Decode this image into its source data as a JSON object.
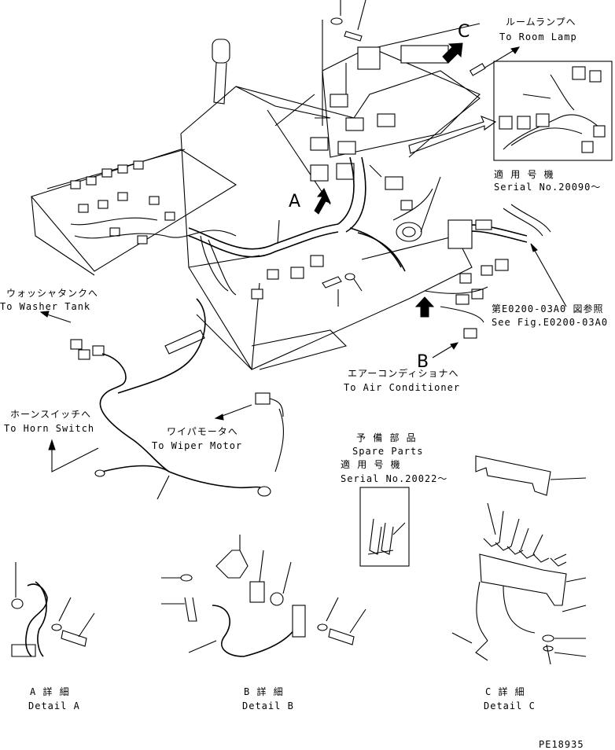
{
  "callouts": {
    "room_lamp_jp": "ルームランプへ",
    "room_lamp_en": "To Room Lamp",
    "serial_a_jp": "適 用 号 機",
    "serial_a_en": "Serial No.20090～",
    "washer_jp": "ウォッシャタンクへ",
    "washer_en": "To Washer Tank",
    "fig_ref_jp": "第E0200-03A0 図参照",
    "fig_ref_en": "See Fig.E0200-03A0",
    "aircon_jp": "エアーコンディショナへ",
    "aircon_en": "To Air Conditioner",
    "horn_jp": "ホーンスイッチへ",
    "horn_en": "To Horn Switch",
    "wiper_jp": "ワイパモータへ",
    "wiper_en": "To Wiper Motor",
    "spare_jp": "予 備 部 品",
    "spare_en": "Spare Parts",
    "serial_b_jp": "適 用 号 機",
    "serial_b_en": "Serial No.20022～"
  },
  "view_letters": {
    "a": "A",
    "b": "B",
    "c": "C"
  },
  "details": {
    "a_jp": "A 詳 細",
    "a_en": "Detail A",
    "b_jp": "B 詳 細",
    "b_en": "Detail B",
    "c_jp": "C 詳 細",
    "c_en": "Detail C"
  },
  "drawing_number": "PE18935"
}
